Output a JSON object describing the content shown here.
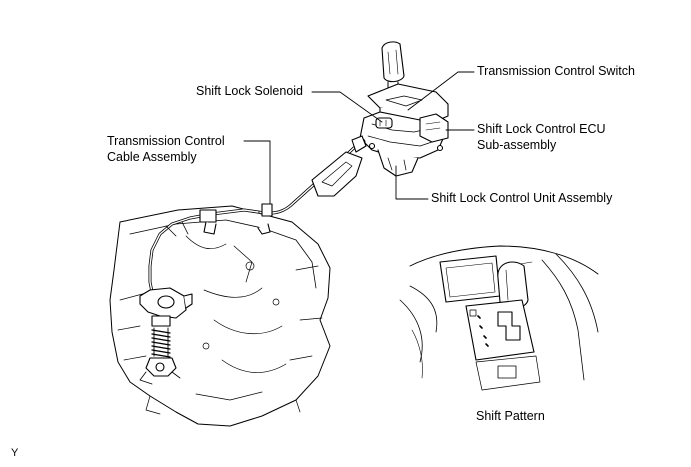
{
  "labels": {
    "transmission_control_switch": "Transmission Control Switch",
    "shift_lock_solenoid": "Shift Lock Solenoid",
    "cable_line1": "Transmission Control",
    "cable_line2": "Cable Assembly",
    "ecu_line1": "Shift Lock Control ECU",
    "ecu_line2": "Sub-assembly",
    "unit_assembly": "Shift Lock Control Unit Assembly",
    "shift_pattern": "Shift Pattern"
  },
  "corner_mark": "Y"
}
